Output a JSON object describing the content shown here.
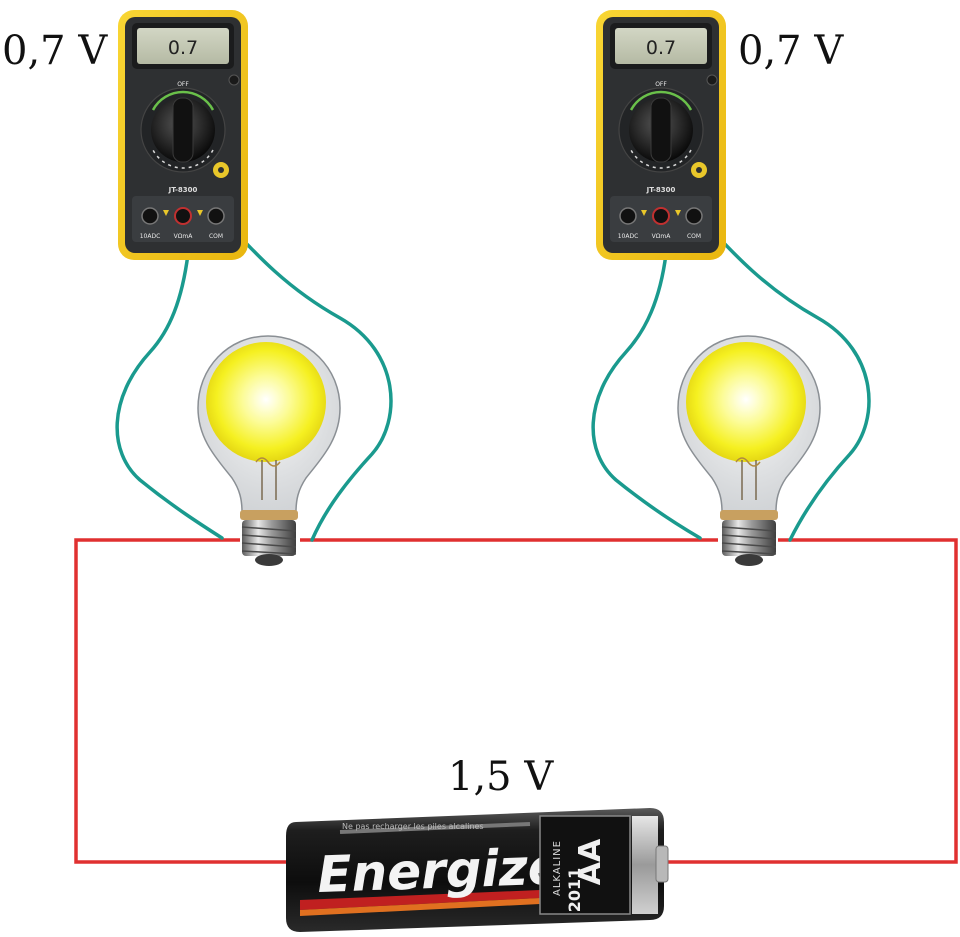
{
  "left_meter": {
    "voltage_label": "0,7 V",
    "display": "0.7",
    "model": "JT-8300",
    "ports": [
      "10ADC",
      "VΩmA",
      "COM"
    ],
    "dial_off": "OFF"
  },
  "right_meter": {
    "voltage_label": "0,7 V",
    "display": "0.7",
    "model": "JT-8300",
    "ports": [
      "10ADC",
      "VΩmA",
      "COM"
    ],
    "dial_off": "OFF"
  },
  "battery": {
    "voltage_label": "1,5 V",
    "brand": "Energizer",
    "size": "AA",
    "chemistry": "ALKALINE",
    "code": "2011",
    "warning": "Ne pas recharger les piles alcalines"
  },
  "colors": {
    "circuit_wire": "#e03030",
    "probe_wire": "#1a9a8e",
    "meter_case": "#f5c81a",
    "bulb_glow": "#f7f22a"
  }
}
